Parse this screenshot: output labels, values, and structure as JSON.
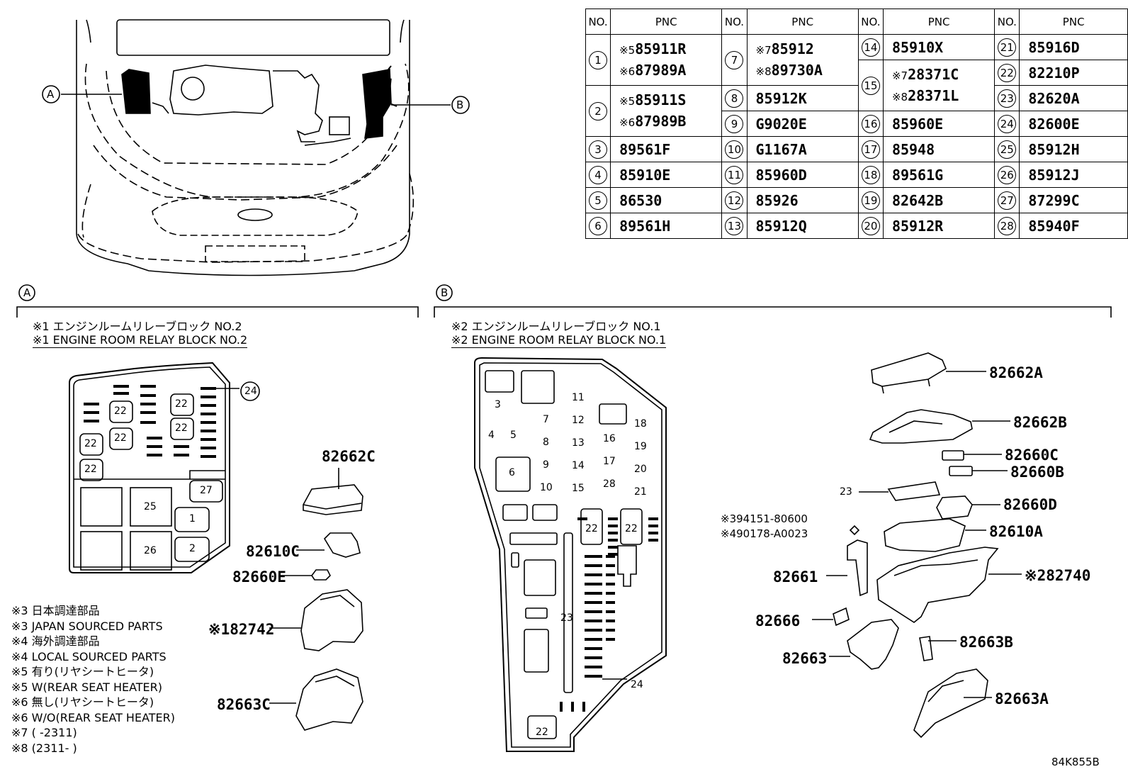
{
  "table": {
    "headers": {
      "no": "NO.",
      "pnc": "PNC"
    },
    "columns": [
      [
        {
          "no": "1",
          "pncs": [
            {
              "note": "※5",
              "code": "85911R"
            },
            {
              "note": "※6",
              "code": "87989A"
            }
          ]
        },
        {
          "no": "2",
          "pncs": [
            {
              "note": "※5",
              "code": "85911S"
            },
            {
              "note": "※6",
              "code": "87989B"
            }
          ]
        },
        {
          "no": "3",
          "pncs": [
            {
              "note": "",
              "code": "89561F"
            }
          ]
        },
        {
          "no": "4",
          "pncs": [
            {
              "note": "",
              "code": "85910E"
            }
          ]
        },
        {
          "no": "5",
          "pncs": [
            {
              "note": "",
              "code": "86530"
            }
          ]
        },
        {
          "no": "6",
          "pncs": [
            {
              "note": "",
              "code": "89561H"
            }
          ]
        }
      ],
      [
        {
          "no": "7",
          "pncs": [
            {
              "note": "※7",
              "code": "85912"
            },
            {
              "note": "※8",
              "code": "89730A"
            }
          ]
        },
        {
          "no": "8",
          "pncs": [
            {
              "note": "",
              "code": "85912K"
            }
          ]
        },
        {
          "no": "9",
          "pncs": [
            {
              "note": "",
              "code": "G9020E"
            }
          ]
        },
        {
          "no": "10",
          "pncs": [
            {
              "note": "",
              "code": "G1167A"
            }
          ]
        },
        {
          "no": "11",
          "pncs": [
            {
              "note": "",
              "code": "85960D"
            }
          ]
        },
        {
          "no": "12",
          "pncs": [
            {
              "note": "",
              "code": "85926"
            }
          ]
        },
        {
          "no": "13",
          "pncs": [
            {
              "note": "",
              "code": "85912Q"
            }
          ]
        }
      ],
      [
        {
          "no": "14",
          "pncs": [
            {
              "note": "",
              "code": "85910X"
            }
          ]
        },
        {
          "no": "15",
          "pncs": [
            {
              "note": "※7",
              "code": "28371C"
            },
            {
              "note": "※8",
              "code": "28371L"
            }
          ]
        },
        {
          "no": "16",
          "pncs": [
            {
              "note": "",
              "code": "85960E"
            }
          ]
        },
        {
          "no": "17",
          "pncs": [
            {
              "note": "",
              "code": "85948"
            }
          ]
        },
        {
          "no": "18",
          "pncs": [
            {
              "note": "",
              "code": "89561G"
            }
          ]
        },
        {
          "no": "19",
          "pncs": [
            {
              "note": "",
              "code": "82642B"
            }
          ]
        },
        {
          "no": "20",
          "pncs": [
            {
              "note": "",
              "code": "85912R"
            }
          ]
        }
      ],
      [
        {
          "no": "21",
          "pncs": [
            {
              "note": "",
              "code": "85916D"
            }
          ]
        },
        {
          "no": "22",
          "pncs": [
            {
              "note": "",
              "code": "82210P"
            }
          ]
        },
        {
          "no": "23",
          "pncs": [
            {
              "note": "",
              "code": "82620A"
            }
          ]
        },
        {
          "no": "24",
          "pncs": [
            {
              "note": "",
              "code": "82600E"
            }
          ]
        },
        {
          "no": "25",
          "pncs": [
            {
              "note": "",
              "code": "85912H"
            }
          ]
        },
        {
          "no": "26",
          "pncs": [
            {
              "note": "",
              "code": "85912J"
            }
          ]
        },
        {
          "no": "27",
          "pncs": [
            {
              "note": "",
              "code": "87299C"
            }
          ]
        },
        {
          "no": "28",
          "pncs": [
            {
              "note": "",
              "code": "85940F"
            }
          ]
        }
      ]
    ]
  },
  "overview": {
    "label_a": "A",
    "label_b": "B"
  },
  "section_a": {
    "marker": "A",
    "title_jp": "※1 エンジンルームリレーブロック NO.2",
    "title_en": "※1 ENGINE ROOM RELAY BLOCK NO.2",
    "block_numbers": [
      "22",
      "22",
      "22",
      "22",
      "22",
      "22",
      "27",
      "25",
      "1",
      "26",
      "2"
    ],
    "callout": "24",
    "parts": [
      "82662C",
      "82610C",
      "82660E",
      "※182742",
      "82663C"
    ]
  },
  "section_b": {
    "marker": "B",
    "title_jp": "※2 エンジンルームリレーブロック NO.1",
    "title_en": "※2 ENGINE ROOM RELAY BLOCK NO.1",
    "block_numbers": [
      "3",
      "4",
      "5",
      "6",
      "7",
      "8",
      "9",
      "10",
      "11",
      "12",
      "13",
      "14",
      "15",
      "16",
      "17",
      "28",
      "18",
      "19",
      "20",
      "21",
      "22",
      "22",
      "23",
      "22"
    ],
    "callouts": [
      "24",
      "23"
    ],
    "parts": [
      "82662A",
      "82662B",
      "82660C",
      "82660B",
      "82660D",
      "82610A",
      "※282740",
      "82661",
      "82666",
      "82663",
      "82663B",
      "82663A"
    ],
    "fasteners": [
      "※394151-80600",
      "※490178-A0023"
    ]
  },
  "legend": [
    "※3 日本調達部品",
    "※3 JAPAN SOURCED PARTS",
    "※4 海外調達部品",
    "※4 LOCAL SOURCED PARTS",
    "※5 有り(リヤシートヒータ)",
    "※5 W(REAR SEAT HEATER)",
    "※6 無し(リヤシートヒータ)",
    "※6 W/O(REAR SEAT HEATER)",
    "※7 (      -2311)",
    "※8 (2311-      )"
  ],
  "diagram_code": "84K855B"
}
